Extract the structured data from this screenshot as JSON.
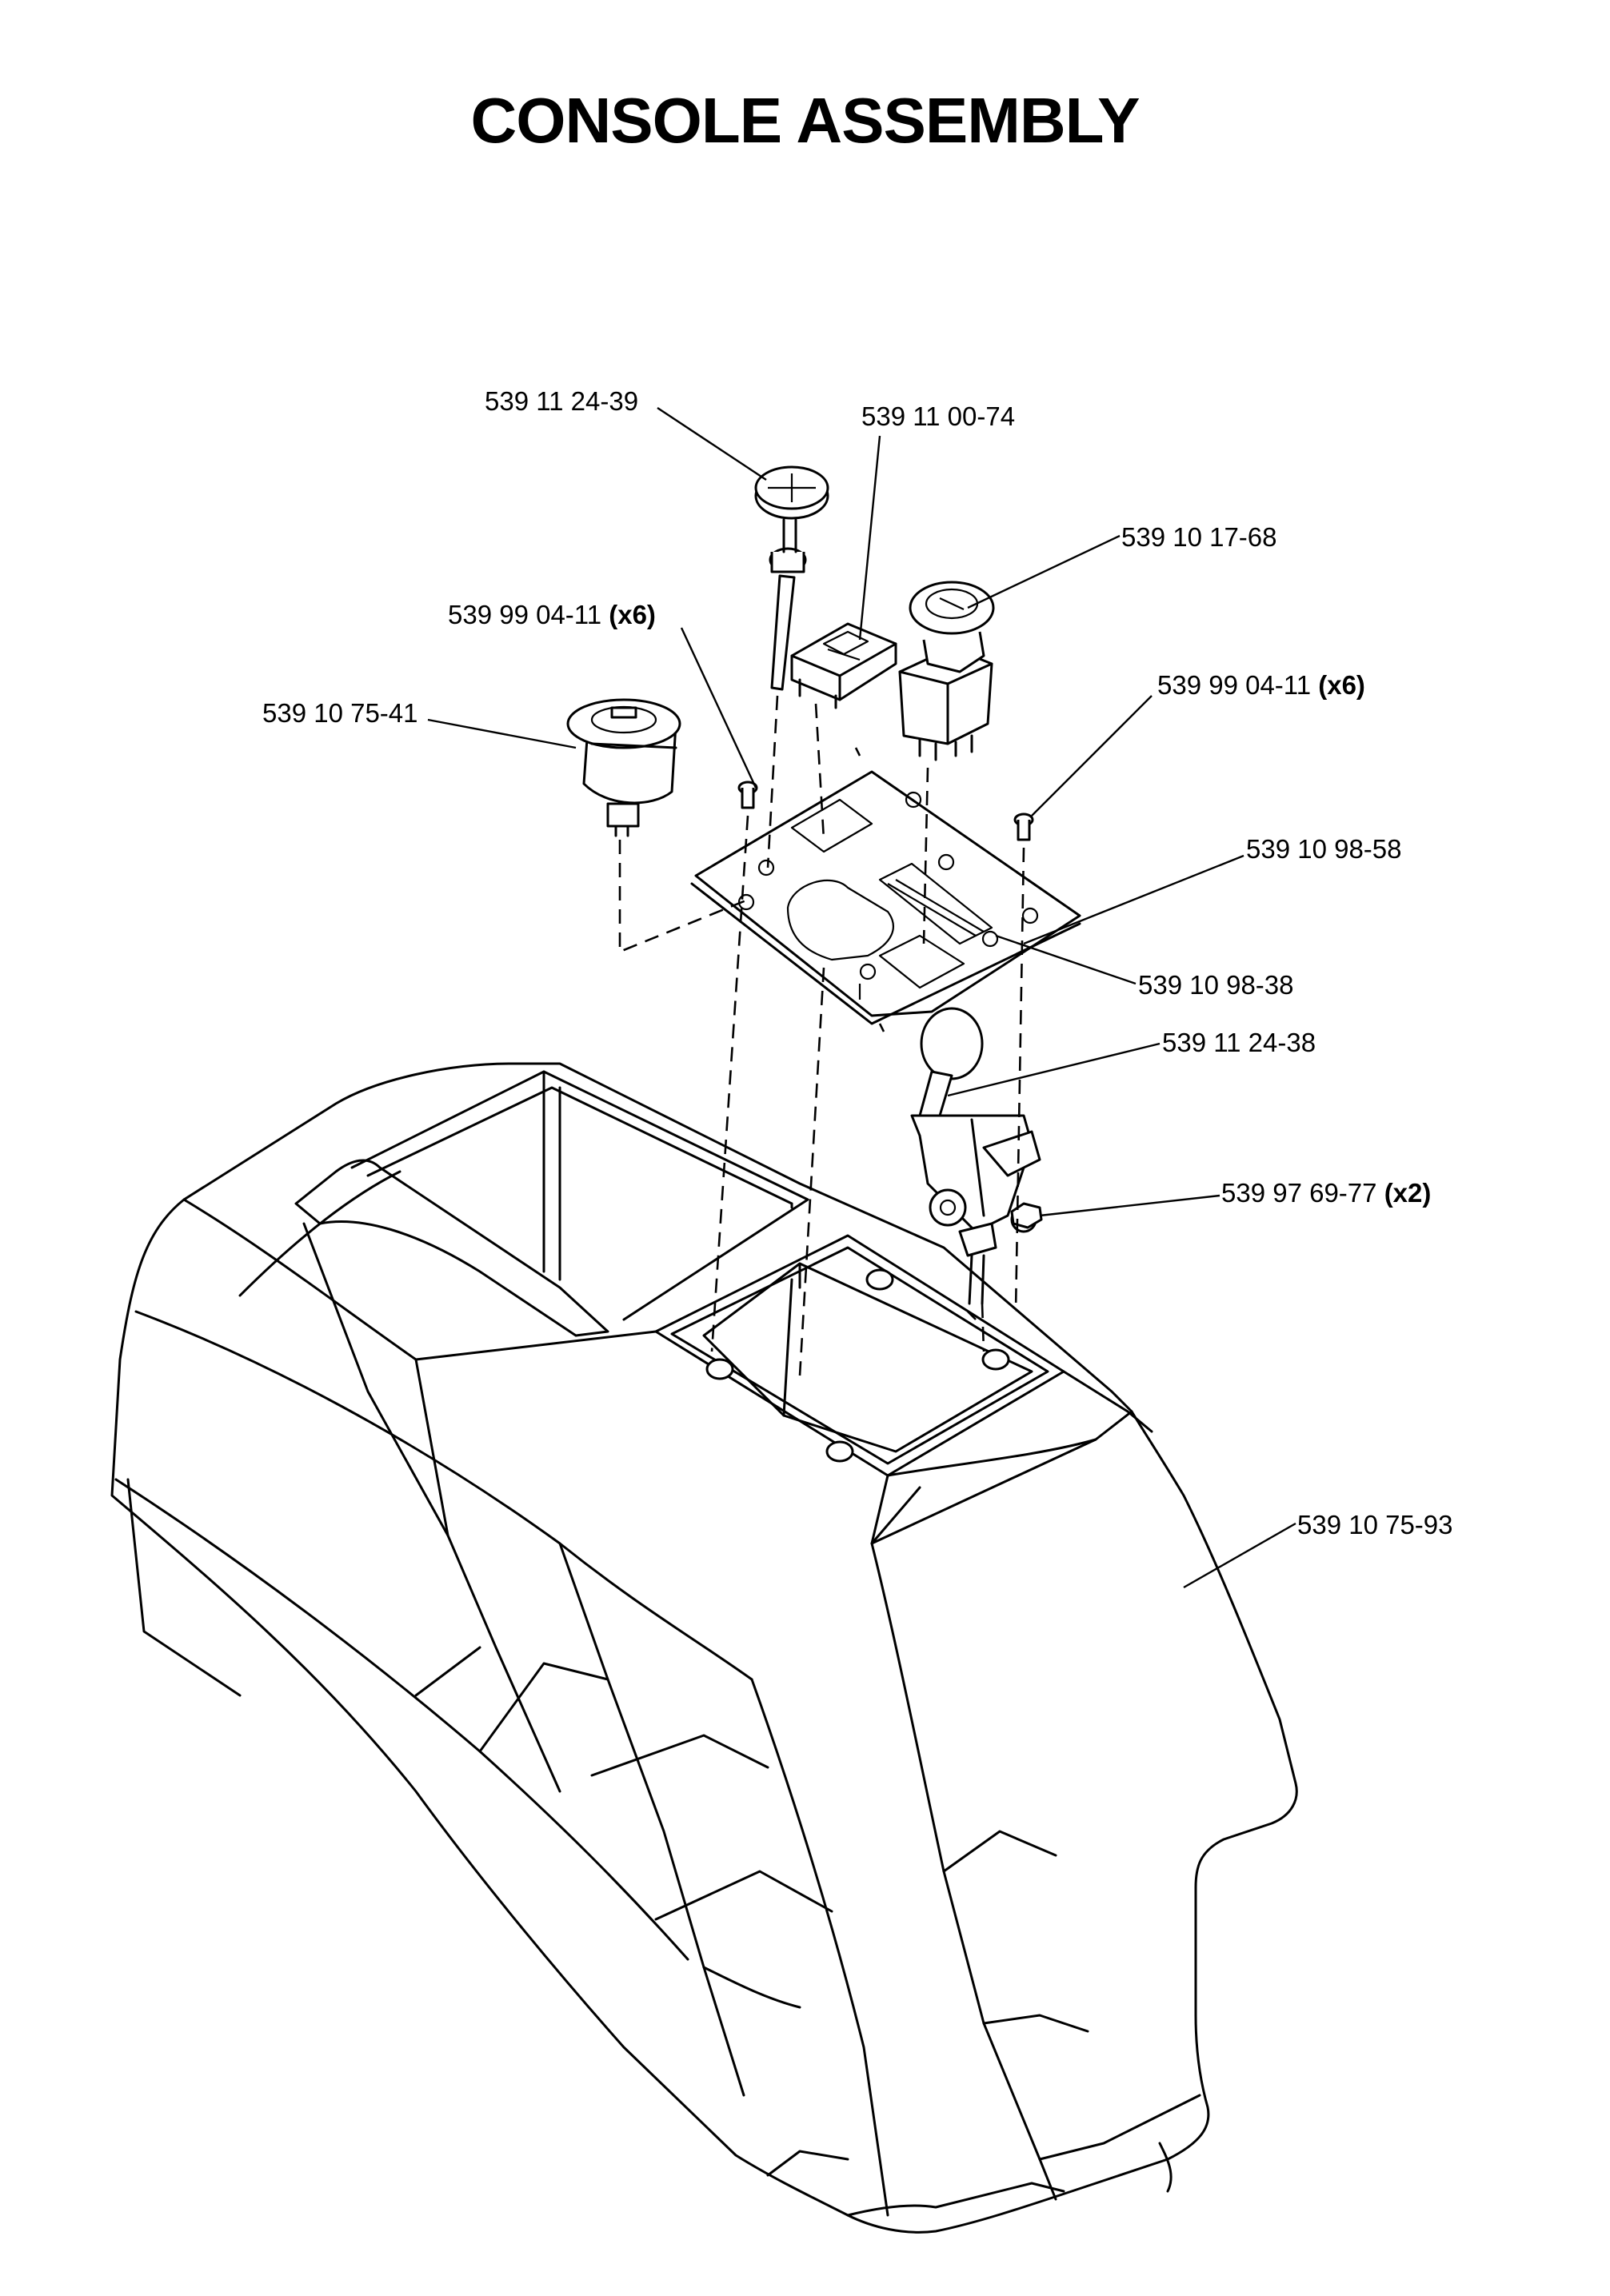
{
  "title": "CONSOLE ASSEMBLY",
  "callouts": [
    {
      "part": "539 11 24-39",
      "qty": ""
    },
    {
      "part": "539 11 00-74",
      "qty": ""
    },
    {
      "part": "539 10 17-68",
      "qty": ""
    },
    {
      "part": "539 99 04-11",
      "qty": "(x6)"
    },
    {
      "part": "539 99 04-11",
      "qty": "(x6)"
    },
    {
      "part": "539 10 75-41",
      "qty": ""
    },
    {
      "part": "539 10 98-58",
      "qty": ""
    },
    {
      "part": "539 10 98-38",
      "qty": ""
    },
    {
      "part": "539 11 24-38",
      "qty": ""
    },
    {
      "part": "539 97 69-77",
      "qty": "(x2)"
    },
    {
      "part": "539 10 75-93",
      "qty": ""
    }
  ]
}
